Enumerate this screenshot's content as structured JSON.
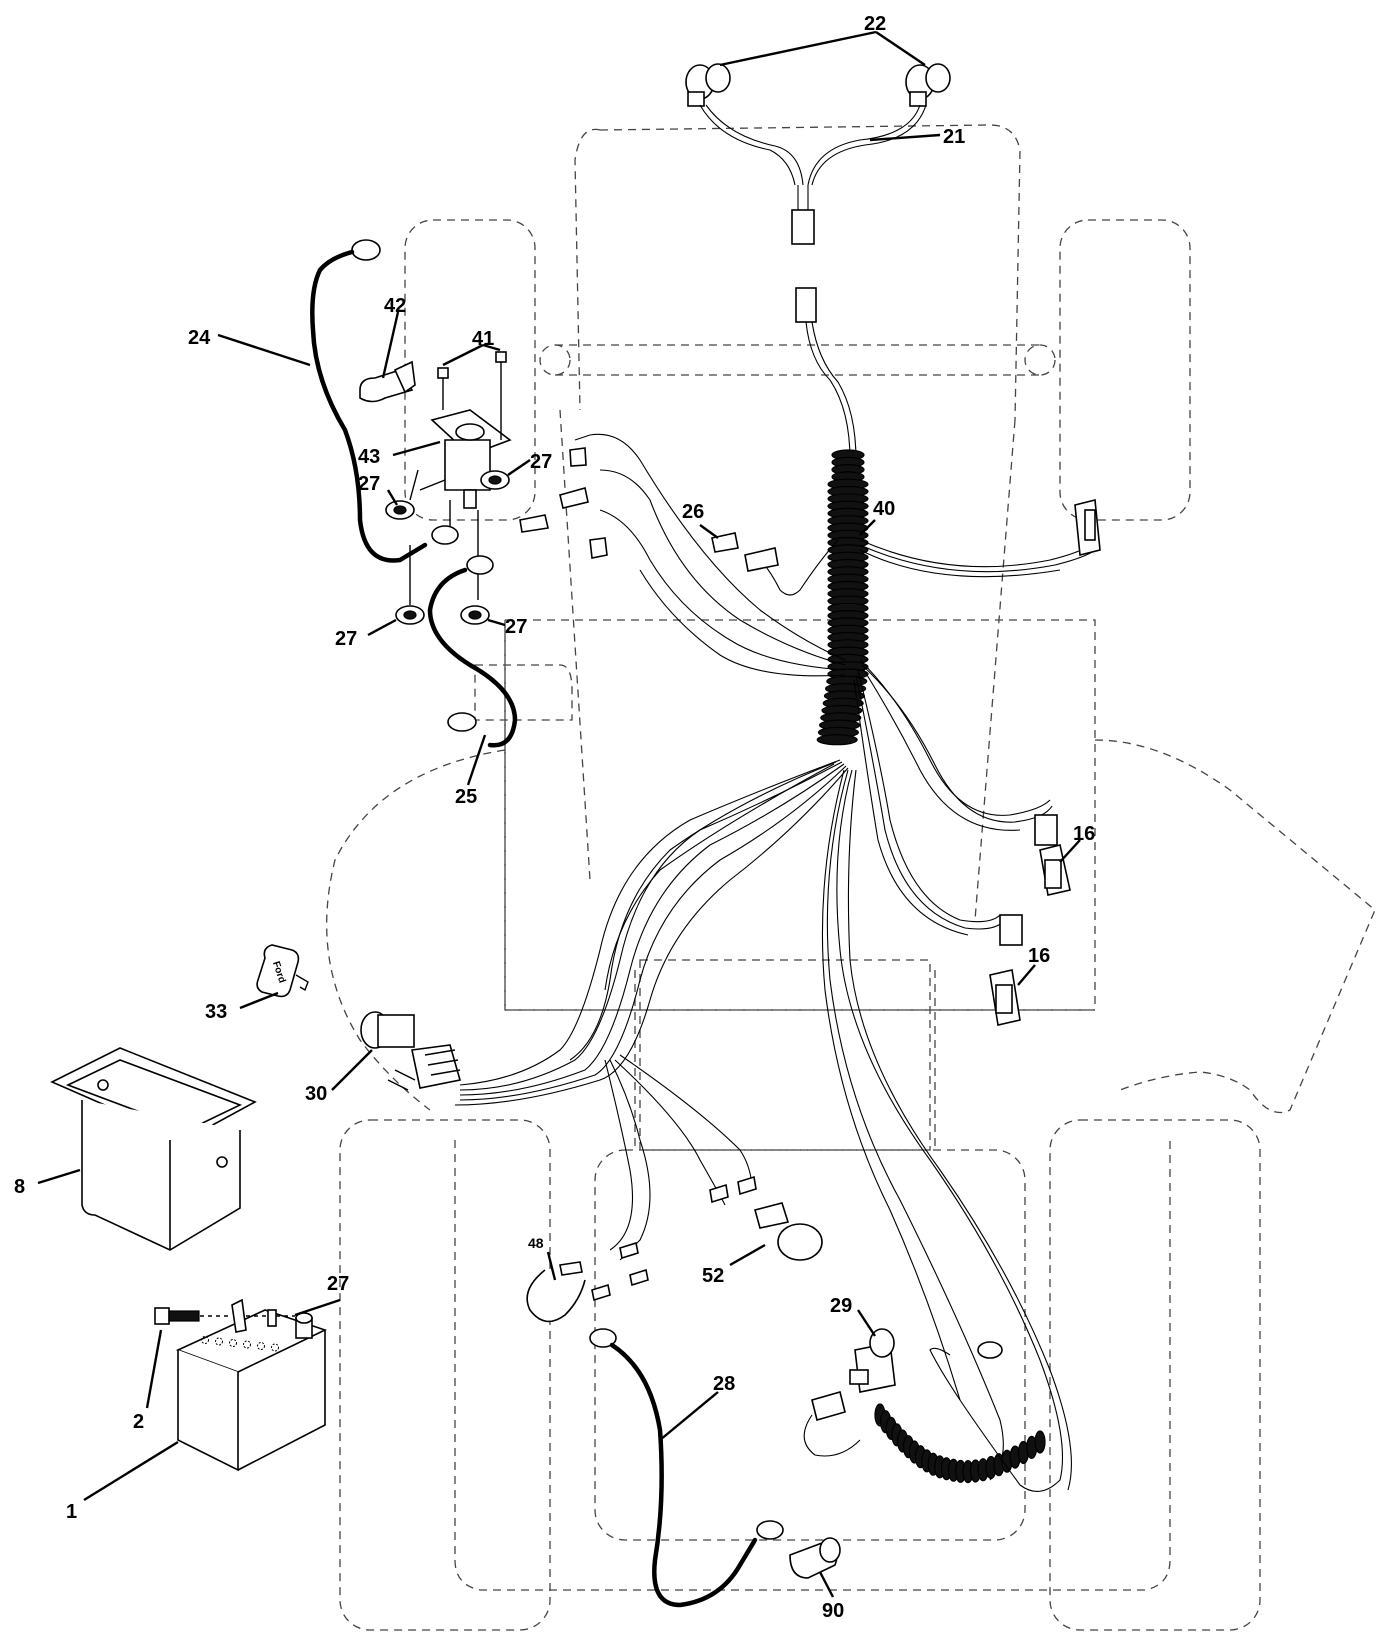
{
  "callouts": [
    {
      "id": "22",
      "text": "22"
    },
    {
      "id": "21",
      "text": "21"
    },
    {
      "id": "42",
      "text": "42"
    },
    {
      "id": "24",
      "text": "24"
    },
    {
      "id": "41",
      "text": "41"
    },
    {
      "id": "43",
      "text": "43"
    },
    {
      "id": "27a",
      "text": "27"
    },
    {
      "id": "27b",
      "text": "27"
    },
    {
      "id": "27c",
      "text": "27"
    },
    {
      "id": "27d",
      "text": "27"
    },
    {
      "id": "27e",
      "text": "27"
    },
    {
      "id": "26",
      "text": "26"
    },
    {
      "id": "40",
      "text": "40"
    },
    {
      "id": "25",
      "text": "25"
    },
    {
      "id": "16a",
      "text": "16"
    },
    {
      "id": "16b",
      "text": "16"
    },
    {
      "id": "33",
      "text": "33"
    },
    {
      "id": "30",
      "text": "30"
    },
    {
      "id": "8",
      "text": "8"
    },
    {
      "id": "48",
      "text": "48"
    },
    {
      "id": "52",
      "text": "52"
    },
    {
      "id": "29",
      "text": "29"
    },
    {
      "id": "28",
      "text": "28"
    },
    {
      "id": "2",
      "text": "2"
    },
    {
      "id": "1",
      "text": "1"
    },
    {
      "id": "90",
      "text": "90"
    }
  ],
  "key_label": "Ford"
}
